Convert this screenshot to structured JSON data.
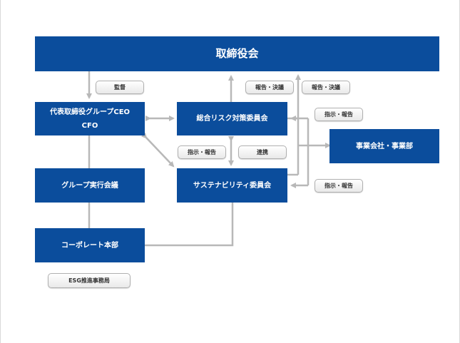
{
  "colors": {
    "box": "#0b4d9c",
    "line": "#b8b8b8"
  },
  "nodes": {
    "board": "取締役会",
    "ceo_line1": "代表取締役グループCEO",
    "ceo_line2": "CFO",
    "group_exec": "グループ実行会議",
    "corporate": "コーポレート本部",
    "risk": "総合リスク対策委員会",
    "sustain": "サステナビリティ委員会",
    "business": "事業会社・事業部"
  },
  "labels": {
    "kansa": "監督",
    "hokoku_ketsugi_1": "報告・決議",
    "hokoku_ketsugi_2": "報告・決議",
    "shiji_hokoku_1": "指示・報告",
    "shiji_hokoku_2": "指示・報告",
    "shiji_hokoku_3": "指示・報告",
    "renkei": "連携",
    "esg": "ESG推進事務局"
  }
}
